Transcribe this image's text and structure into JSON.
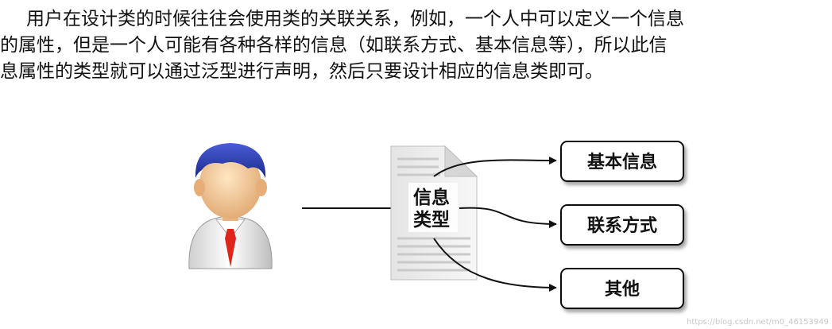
{
  "paragraph": {
    "lines": [
      "用户在设计类的时候往往会使用类的关联关系，例如，一个人中可以定义一个信息",
      "的属性，但是一个人可能有各种各样的信息（如联系方式、基本信息等），所以此信",
      "息属性的类型就可以通过泛型进行声明，然后只要设计相应的信息类即可。"
    ]
  },
  "diagram": {
    "doc_label_line1": "信息",
    "doc_label_line2": "类型",
    "boxes": [
      "基本信息",
      "联系方式",
      "其他"
    ]
  },
  "watermark": "https://blog.csdn.net/m0_46153949"
}
